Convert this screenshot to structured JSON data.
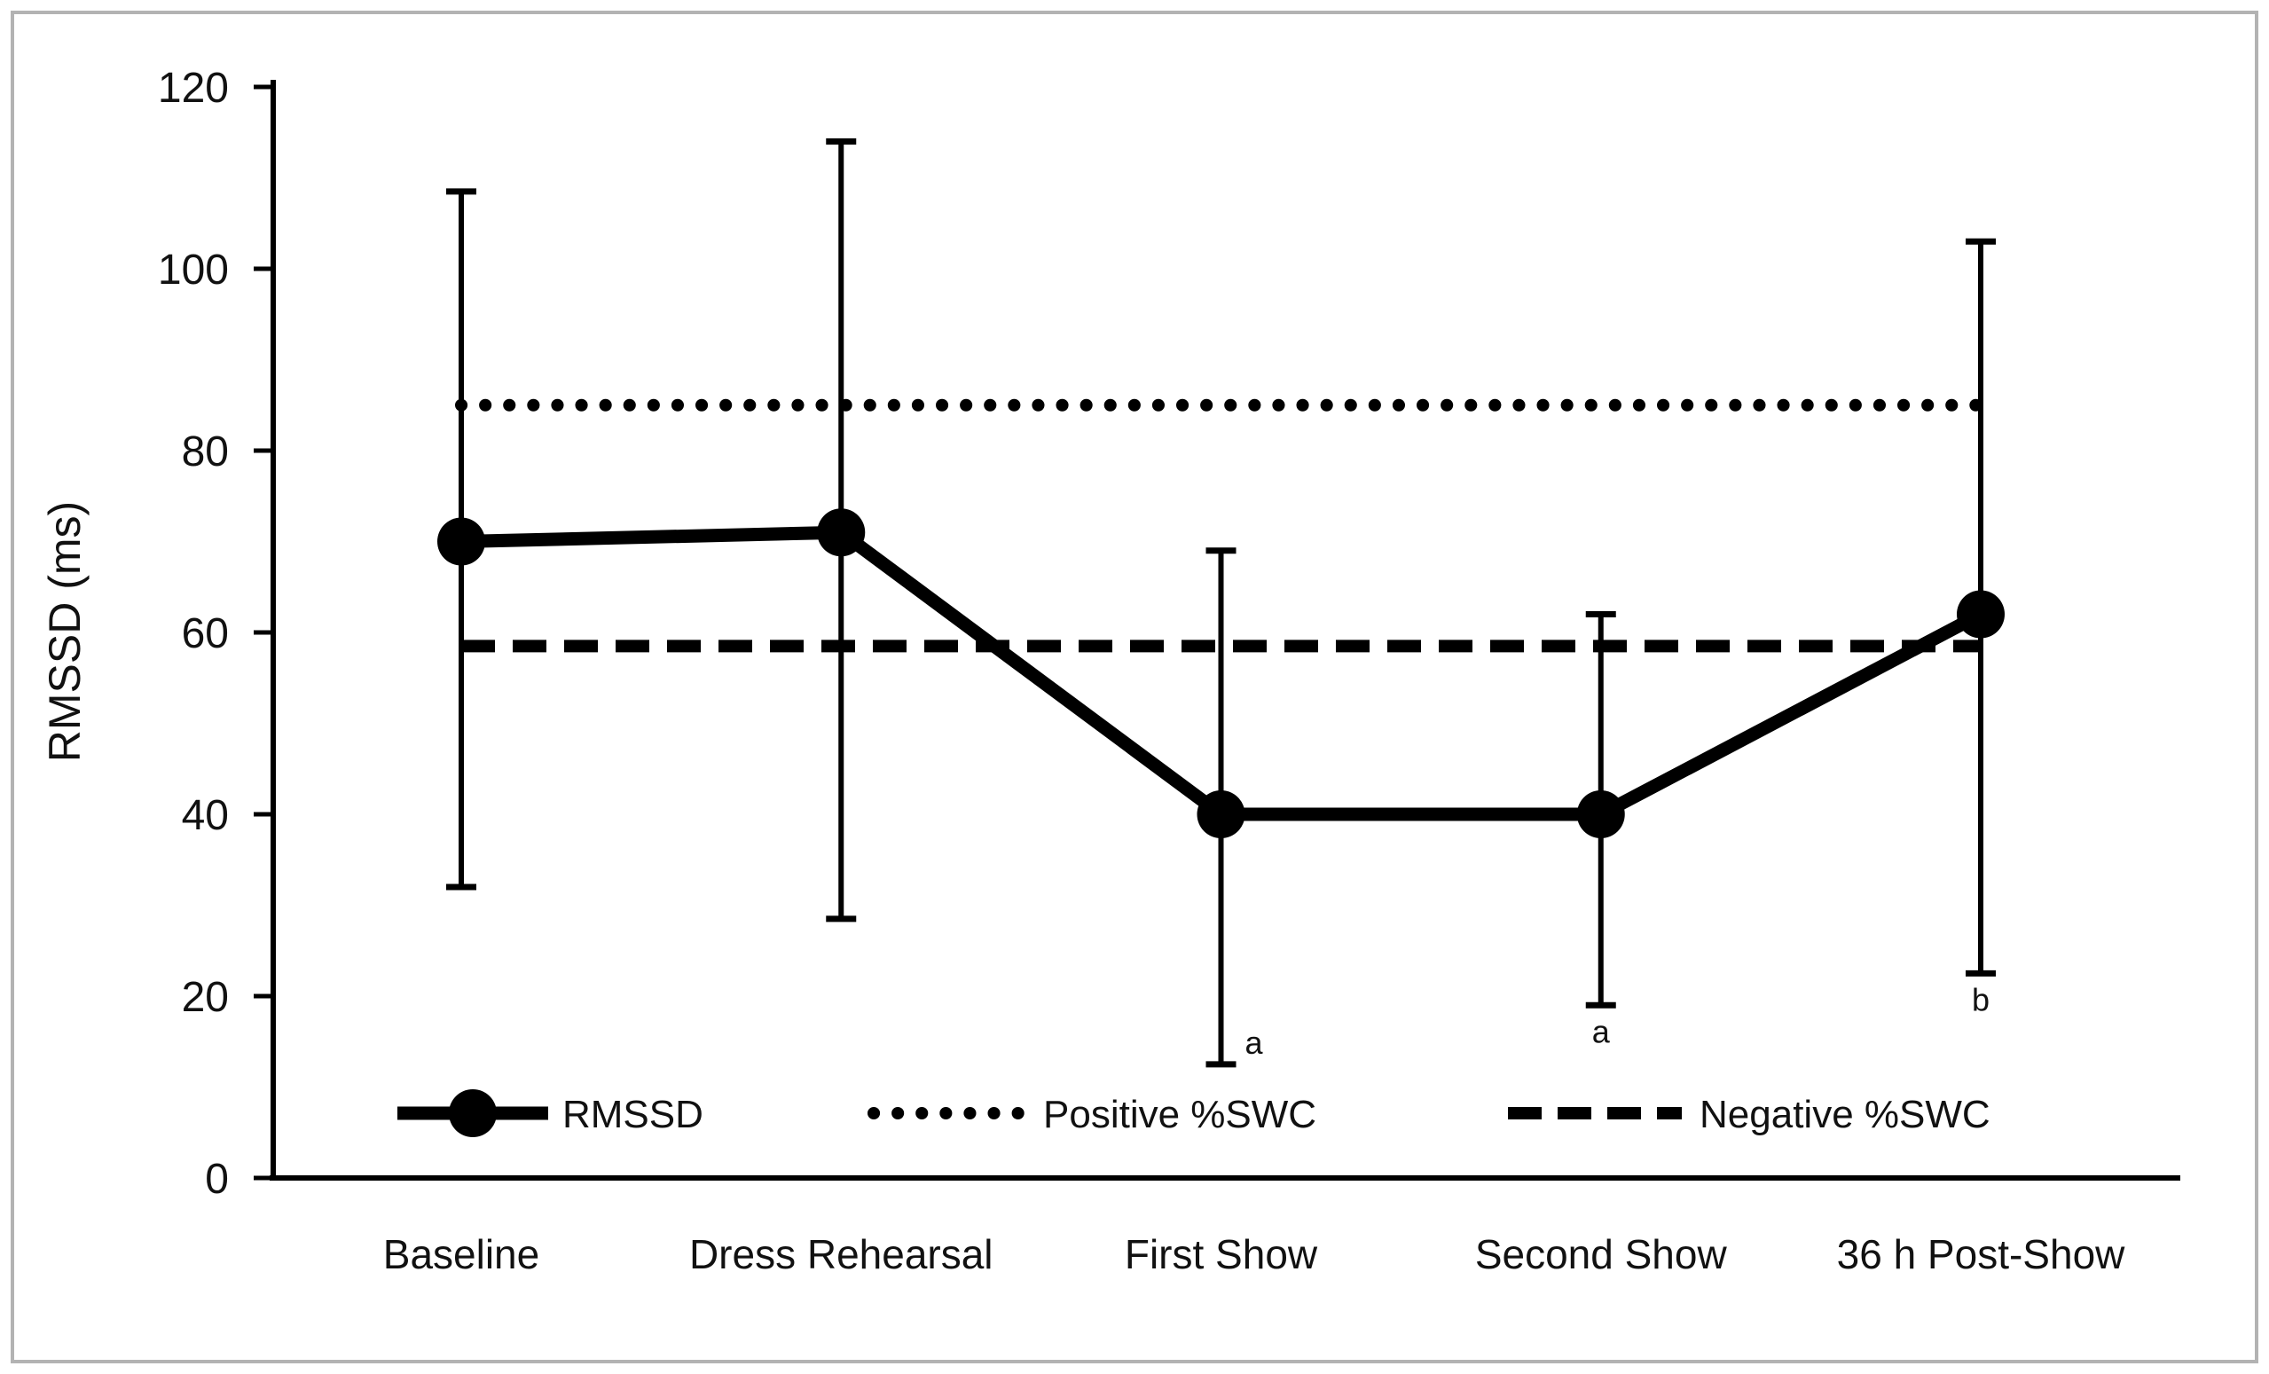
{
  "figure": {
    "background_color": "#ffffff",
    "border_color": "#b3b3b3",
    "ink_color": "#000000"
  },
  "chart_data": {
    "type": "line",
    "title": "",
    "xlabel": "",
    "ylabel": "RMSSD (ms)",
    "ylim": [
      0,
      120
    ],
    "ytick_step": 20,
    "ytick_labels": [
      "0",
      "20",
      "40",
      "60",
      "80",
      "100",
      "120"
    ],
    "grid": false,
    "categories": [
      "Baseline",
      "Dress Rehearsal",
      "First Show",
      "Second Show",
      "36 h Post-Show"
    ],
    "series": [
      {
        "name": "RMSSD",
        "kind": "line-with-markers",
        "values": [
          70,
          71,
          40,
          40,
          62
        ],
        "error_bars": {
          "upper_ends": [
            108.5,
            114,
            69,
            62,
            103
          ],
          "lower_ends": [
            32,
            28.5,
            12.5,
            19,
            22.5
          ]
        }
      },
      {
        "name": "Positive %SWC",
        "kind": "reference-line",
        "style": "dotted",
        "value": 85
      },
      {
        "name": "Negative %SWC",
        "kind": "reference-line",
        "style": "dashed",
        "value": 58.5
      }
    ],
    "annotations": [
      {
        "label": "a",
        "category_index": 2,
        "position": "right-of-lower-cap"
      },
      {
        "label": "a",
        "category_index": 3,
        "position": "below-lower-cap"
      },
      {
        "label": "b",
        "category_index": 4,
        "position": "below-lower-cap"
      }
    ],
    "legend": {
      "position": "bottom-inside",
      "entries": [
        "RMSSD",
        "Positive %SWC",
        "Negative %SWC"
      ]
    }
  }
}
